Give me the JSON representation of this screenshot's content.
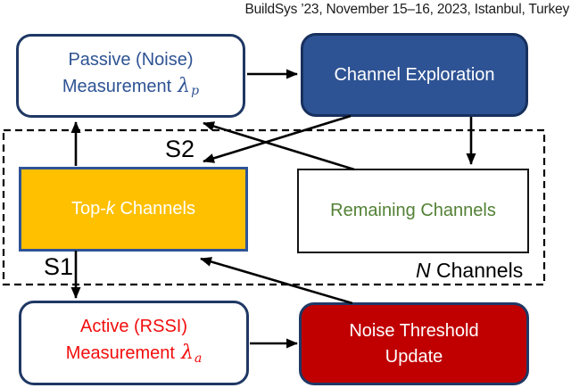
{
  "header": {
    "text": "BuildSys ’23, November 15–16, 2023, Istanbul, Turkey"
  },
  "boxes": {
    "passive": {
      "line1": "Passive (Noise)",
      "line2": "Measurement",
      "symbol": "λ",
      "subscript": "p"
    },
    "channel_exploration": {
      "label": "Channel Exploration"
    },
    "top_k": {
      "pre": "Top-",
      "italic": "k",
      "post": " Channels"
    },
    "remaining": {
      "label": "Remaining Channels"
    },
    "active": {
      "line1": "Active (RSSI)",
      "line2": "Measurement",
      "symbol": "λ",
      "subscript": "a"
    },
    "noise_threshold": {
      "line1": "Noise Threshold",
      "line2": "Update"
    }
  },
  "labels": {
    "s1": "S1",
    "s2": "S2",
    "n_channels": {
      "italic": "N",
      "text": " Channels"
    }
  },
  "colors": {
    "navy_border": "#1F3864",
    "blue_fill": "#2E5394",
    "blue_text": "#2E5394",
    "orange_fill": "#FFC000",
    "red_fill": "#C00000",
    "red_text": "#F20D0D",
    "green_text": "#538135",
    "arrow": "#000000"
  },
  "arrows": [
    {
      "from": "passive-measurement",
      "to": "channel-exploration"
    },
    {
      "from": "channel-exploration",
      "to": "remaining-channels"
    },
    {
      "from": "channel-exploration",
      "to": "top-k-channels",
      "label": "S2"
    },
    {
      "from": "remaining-channels",
      "to": "passive-measurement"
    },
    {
      "from": "top-k-channels",
      "to": "passive-measurement"
    },
    {
      "from": "top-k-channels",
      "to": "active-measurement",
      "label": "S1"
    },
    {
      "from": "noise-threshold-update",
      "to": "top-k-channels"
    },
    {
      "from": "active-measurement",
      "to": "noise-threshold-update"
    }
  ]
}
